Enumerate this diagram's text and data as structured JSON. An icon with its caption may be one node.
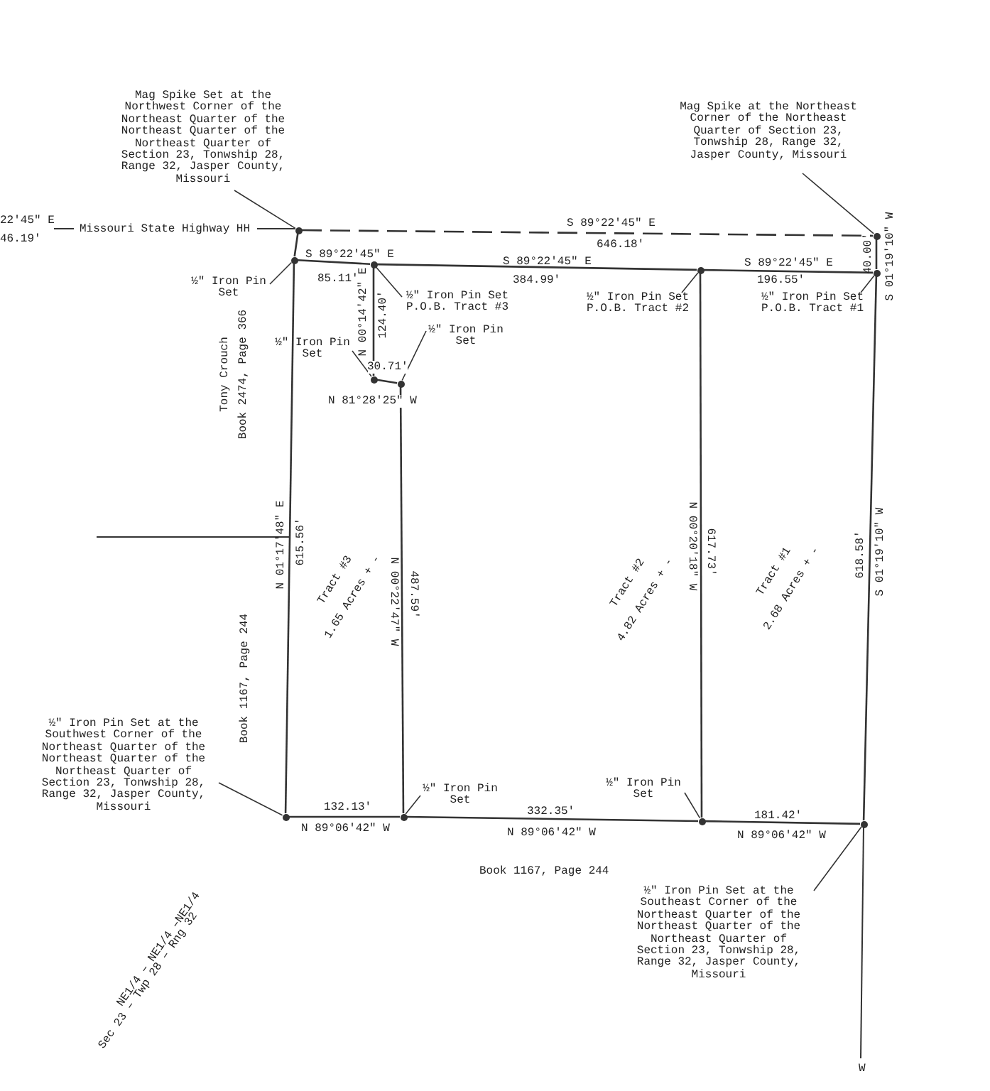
{
  "diagram": {
    "nodes": [
      {
        "text": [
          "Mag Spike Set at the Northwest Corner of the Northeast Quarter of the Northeast Quarter of the Northeast Quarter of Section 23, Tonwship 28, Range 32, Jasper County, Missouri"
        ]
      },
      {
        "text": [
          "Mag Spike at the Northeast Corner of the Northeast Quarter of Section 23, Tonwship 28, Range 32, Jasper County, Missouri"
        ]
      },
      {
        "text": [
          "½\" Iron Pin Set"
        ]
      },
      {
        "text": [
          "½\" Iron Pin Set P.O.B. Tract #3"
        ]
      },
      {
        "text": [
          "½\" Iron Pin Set P.O.B. Tract #2"
        ]
      },
      {
        "text": [
          "½\" Iron Pin Set P.O.B. Tract #1"
        ]
      },
      {
        "text": [
          "½\" Iron Pin Set"
        ]
      },
      {
        "text": [
          "½\" Iron Pin Set"
        ]
      },
      {
        "text": [
          "½\" Iron Pin Set at the Southwest Corner of the Northeast Quarter of the Northeast Quarter of the Northeast Quarter of Section 23, Tonwship 28, Range 32, Jasper County, Missouri"
        ]
      },
      {
        "text": [
          "½\" Iron Pin Set"
        ]
      },
      {
        "text": [
          "½\" Iron Pin Set"
        ]
      },
      {
        "text": [
          "½\" Iron Pin Set at the Southeast Corner of the Northeast Quarter of the Northeast Quarter of the Northeast Quarter of Section 23, Tonwship 28, Range 32, Jasper County, Missouri"
        ]
      },
      {
        "text": [],
        "shape": "circle"
      },
      {
        "text": [],
        "shape": "circle"
      },
      {
        "text": [],
        "shape": "circle"
      },
      {
        "text": [],
        "shape": "circle"
      },
      {
        "text": [],
        "shape": "circle"
      },
      {
        "text": [],
        "shape": "circle"
      },
      {
        "text": [],
        "shape": "circle"
      },
      {
        "text": [],
        "shape": "circle"
      },
      {
        "text": [],
        "shape": "circle"
      },
      {
        "text": [],
        "shape": "circle"
      },
      {
        "text": [],
        "shape": "circle"
      },
      {
        "text": [],
        "shape": "circle"
      }
    ],
    "edges": [
      {
        "from": 0,
        "to": 12,
        "arrow": "none"
      },
      {
        "from": 1,
        "to": 13,
        "arrow": "none"
      },
      {
        "from": 2,
        "to": 14,
        "arrow": "none"
      },
      {
        "from": 3,
        "to": 15,
        "arrow": "none"
      },
      {
        "from": 4,
        "to": 16,
        "arrow": "none"
      },
      {
        "from": 5,
        "to": 17,
        "arrow": "none"
      },
      {
        "from": 6,
        "to": 18,
        "arrow": "none"
      },
      {
        "from": 7,
        "to": 19,
        "arrow": "none"
      },
      {
        "from": 8,
        "to": 20,
        "arrow": "none"
      },
      {
        "from": 9,
        "to": 21,
        "arrow": "none"
      },
      {
        "from": 10,
        "to": 22,
        "arrow": "none"
      },
      {
        "from": 11,
        "to": 23,
        "arrow": "none"
      },
      {
        "from": 12,
        "to": 13,
        "arrow": "none",
        "style": "dashed"
      },
      {
        "from": 12,
        "to": 14,
        "arrow": "none"
      },
      {
        "from": 13,
        "to": 17,
        "arrow": "none"
      },
      {
        "from": 14,
        "to": 15,
        "arrow": "none"
      },
      {
        "from": 15,
        "to": 16,
        "arrow": "none"
      },
      {
        "from": 16,
        "to": 17,
        "arrow": "none"
      },
      {
        "from": 14,
        "to": 20,
        "arrow": "none"
      },
      {
        "from": 15,
        "to": 18,
        "arrow": "none"
      },
      {
        "from": 18,
        "to": 19,
        "arrow": "none"
      },
      {
        "from": 19,
        "to": 21,
        "arrow": "none"
      },
      {
        "from": 16,
        "to": 22,
        "arrow": "none"
      },
      {
        "from": 17,
        "to": 23,
        "arrow": "none"
      },
      {
        "from": 20,
        "to": 21,
        "arrow": "none"
      },
      {
        "from": 21,
        "to": 22,
        "arrow": "none"
      },
      {
        "from": 22,
        "to": 23,
        "arrow": "none"
      }
    ],
    "labels": [
      "22'45\" E",
      "46.19'",
      "Missouri State Highway HH",
      "S 89°22'45\" E",
      "646.18'",
      "40.00'",
      "S 01°19'10\" W",
      "S 89°22'45\" E",
      "85.11'",
      "S 89°22'45\" E",
      "384.99'",
      "S 89°22'45\" E",
      "196.55'",
      "N 00°14'42\" E",
      "124.40'",
      "Tony Crouch",
      "Book 2474, Page 366",
      "30.71'",
      "N 81°28'25\" W",
      "N 01°17'48\" E",
      "615.56'",
      "N 00°22'47\" W",
      "487.59'",
      "N 00°20'18\" W",
      "617.73'",
      "618.58'",
      "S 01°19'10\" W",
      "Tract #3",
      "1.65 Acres + -",
      "Tract #2",
      "4.82 Acres + -",
      "Tract #1",
      "2.68 Acres + -",
      "Book 1167, Page 244",
      "132.13'",
      "N 89°06'42\" W",
      "332.35'",
      "N 89°06'42\" W",
      "181.42'",
      "N 89°06'42\" W",
      "Book 1167, Page 244",
      "NE1/4 – NE1/4 –NE1/4",
      "Sec 23 – Twp 28 – Rng 32",
      "W"
    ]
  }
}
